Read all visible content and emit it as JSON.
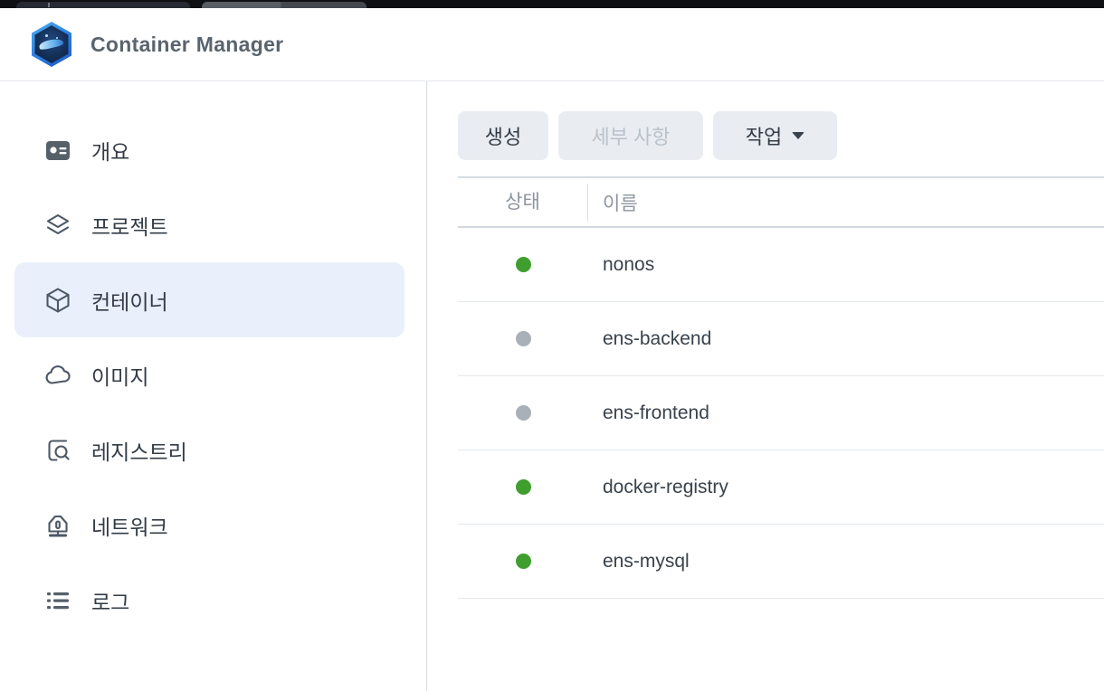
{
  "header": {
    "app_title": "Container Manager",
    "logo_icon": "container-manager-logo"
  },
  "sidebar": {
    "items": [
      {
        "id": "overview",
        "label": "개요",
        "icon": "overview-card-icon",
        "selected": false
      },
      {
        "id": "projects",
        "label": "프로젝트",
        "icon": "layers-icon",
        "selected": false
      },
      {
        "id": "containers",
        "label": "컨테이너",
        "icon": "cube-icon",
        "selected": true
      },
      {
        "id": "images",
        "label": "이미지",
        "icon": "cloud-icon",
        "selected": false
      },
      {
        "id": "registry",
        "label": "레지스트리",
        "icon": "document-search-icon",
        "selected": false
      },
      {
        "id": "network",
        "label": "네트워크",
        "icon": "network-hub-icon",
        "selected": false
      },
      {
        "id": "logs",
        "label": "로그",
        "icon": "list-icon",
        "selected": false
      }
    ]
  },
  "toolbar": {
    "create_label": "생성",
    "details_label": "세부 사항",
    "details_disabled": true,
    "action_label": "작업",
    "action_icon": "chevron-down-icon"
  },
  "table": {
    "columns": [
      {
        "key": "status",
        "label": "상태"
      },
      {
        "key": "name",
        "label": "이름"
      }
    ],
    "rows": [
      {
        "name": "nonos",
        "status": "running"
      },
      {
        "name": "ens-backend",
        "status": "stopped"
      },
      {
        "name": "ens-frontend",
        "status": "stopped"
      },
      {
        "name": "docker-registry",
        "status": "running"
      },
      {
        "name": "ens-mysql",
        "status": "running"
      }
    ]
  },
  "colors": {
    "running": "#3f9e2e",
    "stopped": "#a9b0b8",
    "selected_item_bg": "#e9f0fb",
    "button_bg": "#e9edf2",
    "logo_blue": "#2a7de0"
  }
}
